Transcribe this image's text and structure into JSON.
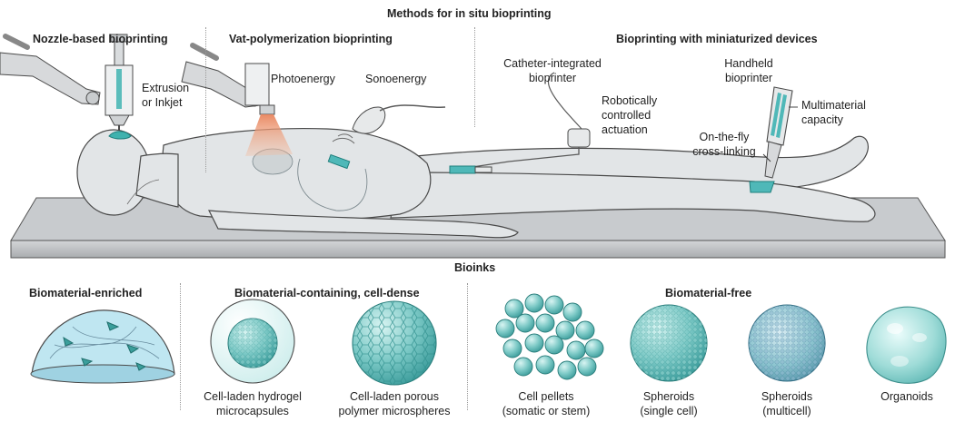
{
  "header": {
    "title": "Methods for in situ bioprinting"
  },
  "methods": {
    "nozzle": {
      "title": "Nozzle-based bioprinting",
      "label_1": "Extrusion",
      "label_2": "or Inkjet"
    },
    "vat": {
      "title": "Vat-polymerization bioprinting",
      "photo": "Photoenergy",
      "sono": "Sonoenergy"
    },
    "mini": {
      "title": "Bioprinting with miniaturized devices",
      "catheter_1": "Catheter-integrated",
      "catheter_2": "bioprinter",
      "robot_1": "Robotically",
      "robot_2": "controlled",
      "robot_3": "actuation",
      "handheld_1": "Handheld",
      "handheld_2": "bioprinter",
      "multi_1": "Multimaterial",
      "multi_2": "capacity",
      "fly_1": "On-the-fly",
      "fly_2": "cross-linking"
    }
  },
  "bioinks": {
    "title": "Bioinks",
    "enriched": {
      "title": "Biomaterial-enriched"
    },
    "containing": {
      "title": "Biomaterial-containing, cell-dense",
      "hydrogel_1": "Cell-laden hydrogel",
      "hydrogel_2": "microcapsules",
      "porous_1": "Cell-laden porous",
      "porous_2": "polymer microspheres"
    },
    "free": {
      "title": "Biomaterial-free",
      "pellets_1": "Cell pellets",
      "pellets_2": "(somatic or stem)",
      "sph1_1": "Spheroids",
      "sph1_2": "(single cell)",
      "sph2_1": "Spheroids",
      "sph2_2": "(multicell)",
      "organoids": "Organoids"
    }
  },
  "colors": {
    "teal": "#4fb8b8",
    "teal_dark": "#2a8c8c",
    "body": "#e3e6e8",
    "outline": "#4a4a4a",
    "beam": "#e89a78"
  }
}
